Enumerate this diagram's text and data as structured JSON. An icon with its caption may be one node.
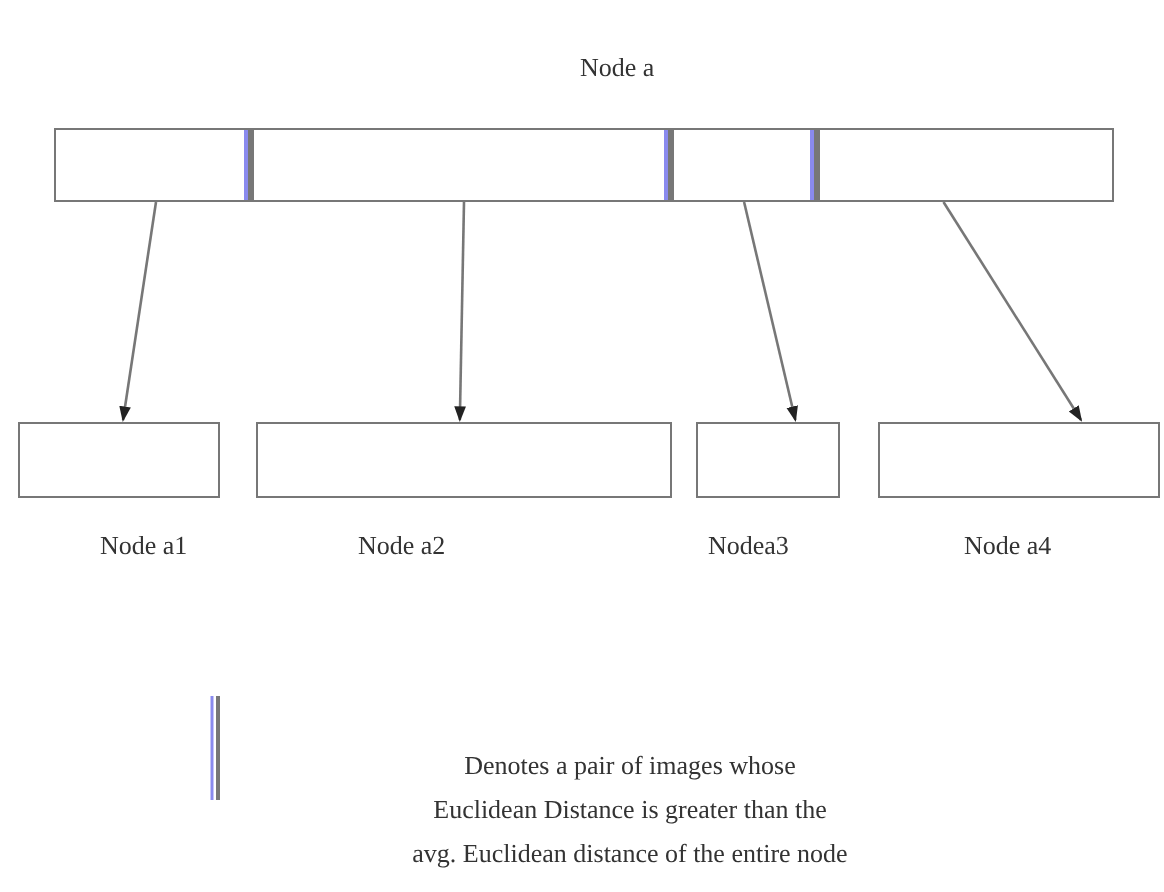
{
  "diagram": {
    "nodes": [
      {
        "text": [
          "Node a"
        ]
      },
      {
        "text": [],
        "shape": "box",
        "in": 0
      },
      {
        "text": [],
        "shape": "box",
        "in": 0
      },
      {
        "text": [],
        "shape": "box",
        "in": 0
      },
      {
        "text": [],
        "shape": "box",
        "in": 0
      },
      {
        "text": [
          "Node a1"
        ]
      },
      {
        "text": [
          "Node a2"
        ]
      },
      {
        "text": [
          "Nodea3"
        ]
      },
      {
        "text": [
          "Node a4"
        ]
      }
    ],
    "edges": [
      {
        "from": 1,
        "to": 5,
        "arrow": "to"
      },
      {
        "from": 2,
        "to": 6,
        "arrow": "to"
      },
      {
        "from": 3,
        "to": 7,
        "arrow": "to"
      },
      {
        "from": 4,
        "to": 8,
        "arrow": "to"
      }
    ],
    "legend": [
      {
        "text": "Denotes a pair of images whose Euclidean Distance is greater than the avg. Euclidean distance of the entire node"
      }
    ]
  }
}
